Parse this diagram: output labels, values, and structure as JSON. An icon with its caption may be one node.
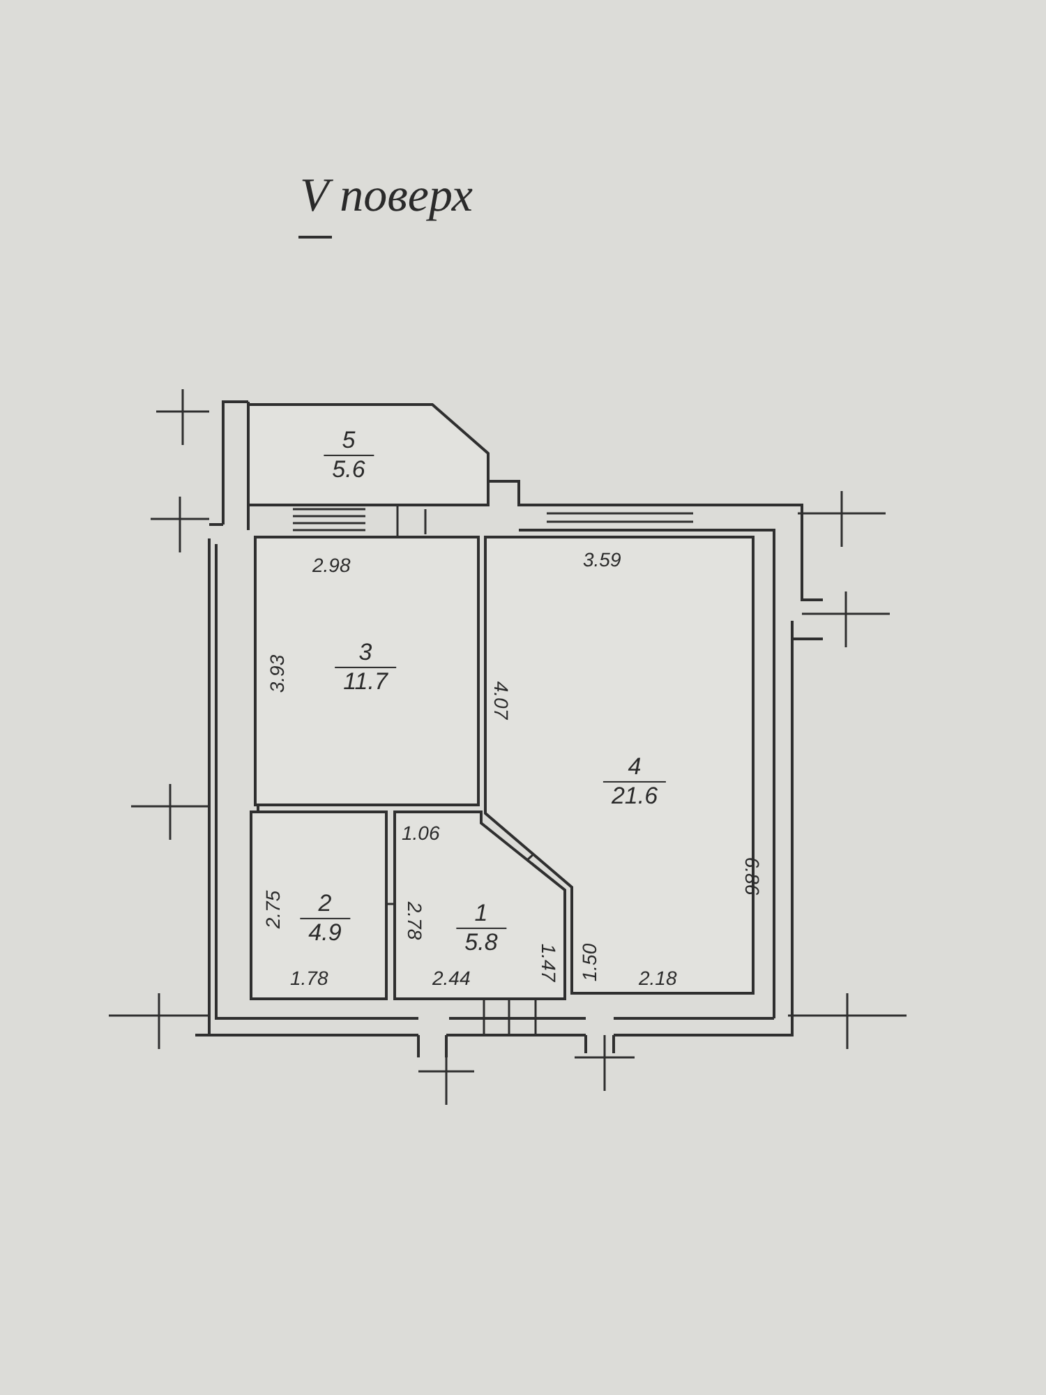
{
  "diagram": {
    "title": "V поверх",
    "nodes": [
      {
        "text": [
          "5",
          "5.6"
        ]
      },
      {
        "text": [
          "3",
          "11.7"
        ]
      },
      {
        "text": [
          "4",
          "21.6"
        ]
      },
      {
        "text": [
          "2",
          "4.9"
        ]
      },
      {
        "text": [
          "1",
          "5.8"
        ]
      }
    ],
    "labels": [
      "2.98",
      "3.59",
      "3.93",
      "4.07",
      "6.86",
      "1.06",
      "2.75",
      "2.78",
      "1.47",
      "1.50",
      "1.78",
      "2.44",
      "2.18"
    ]
  }
}
